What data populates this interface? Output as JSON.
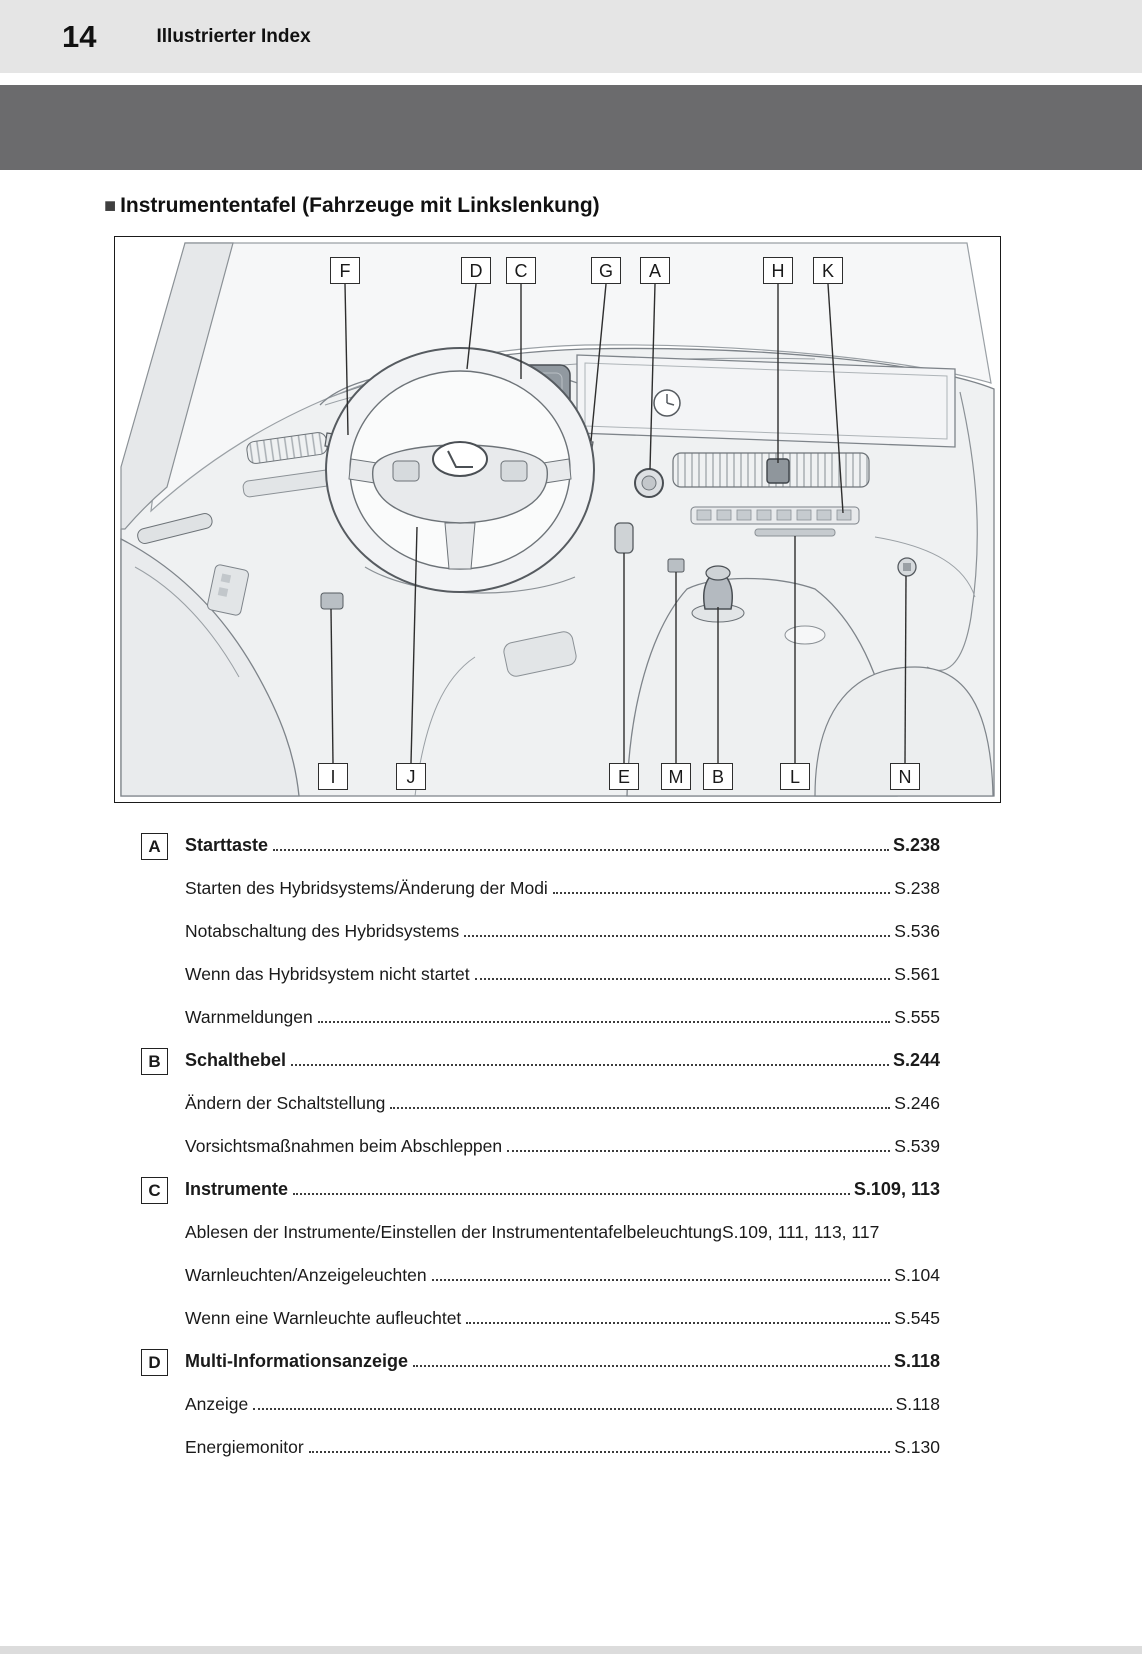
{
  "page": {
    "number": "14",
    "header": "Illustrierter Index"
  },
  "section": {
    "marker": "■",
    "title": "Instrumententafel (Fahrzeuge mit Linkslenkung)"
  },
  "diagram": {
    "top_labels": [
      "F",
      "D",
      "C",
      "G",
      "A",
      "H",
      "K"
    ],
    "bottom_labels": [
      "I",
      "J",
      "E",
      "M",
      "B",
      "L",
      "N"
    ]
  },
  "index": [
    {
      "key": "A",
      "title": "Starttaste",
      "page": "S.238",
      "subitems": [
        {
          "label": "Starten des Hybridsystems/Änderung der Modi",
          "page": "S.238"
        },
        {
          "label": "Notabschaltung des Hybridsystems",
          "page": "S.536"
        },
        {
          "label": "Wenn das Hybridsystem nicht startet",
          "page": "S.561"
        },
        {
          "label": "Warnmeldungen",
          "page": "S.555"
        }
      ]
    },
    {
      "key": "B",
      "title": "Schalthebel",
      "page": "S.244",
      "subitems": [
        {
          "label": "Ändern der Schaltstellung",
          "page": "S.246"
        },
        {
          "label": "Vorsichtsmaßnahmen beim Abschleppen",
          "page": "S.539"
        }
      ]
    },
    {
      "key": "C",
      "title": "Instrumente",
      "page": "S.109, 113",
      "subitems": [
        {
          "label": "Ablesen der Instrumente/Einstellen der Instrumententafelbeleuchtung",
          "page": "S.109, 111, 113, 117"
        },
        {
          "label": "Warnleuchten/Anzeigeleuchten",
          "page": "S.104"
        },
        {
          "label": "Wenn eine Warnleuchte aufleuchtet",
          "page": "S.545"
        }
      ]
    },
    {
      "key": "D",
      "title": "Multi-Informationsanzeige",
      "page": "S.118",
      "subitems": [
        {
          "label": "Anzeige",
          "page": "S.118"
        },
        {
          "label": "Energiemonitor",
          "page": "S.130"
        }
      ]
    }
  ]
}
